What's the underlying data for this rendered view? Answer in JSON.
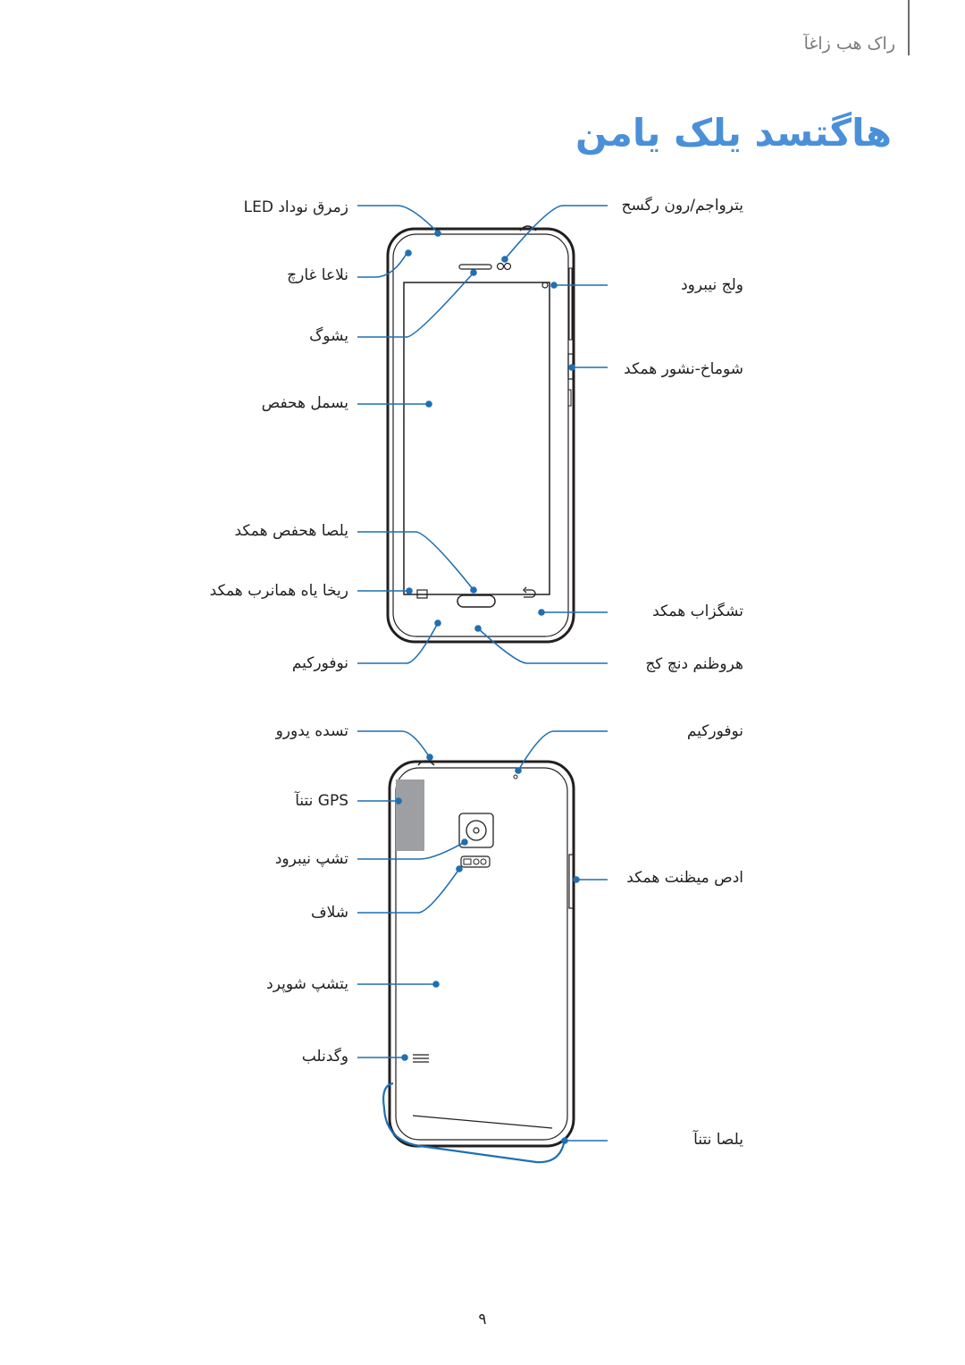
{
  "header": {
    "section": "راک هب زاغآ"
  },
  "page_title": "هاگتسد یلک یامن",
  "front_view": {
    "labels_left": [
      {
        "id": "led",
        "text": "زمرق نوداد LED"
      },
      {
        "id": "proximity",
        "text": "نلاعا غارچ"
      },
      {
        "id": "earpiece",
        "text": "یشوگ"
      },
      {
        "id": "touchscreen",
        "text": "یسمل هحفص"
      },
      {
        "id": "home",
        "text": "یلصا هحفص همکد"
      },
      {
        "id": "recent",
        "text": "ریخا یاه همانرب همکد"
      },
      {
        "id": "mic",
        "text": "نوفورکیم"
      }
    ],
    "labels_right": [
      {
        "id": "sensor",
        "text": "یترواجم/رون رگسح"
      },
      {
        "id": "front-camera",
        "text": "ولج نیبرود"
      },
      {
        "id": "power",
        "text": "شوماخ-نشور همکد"
      },
      {
        "id": "back",
        "text": "تشگزاب همکد"
      },
      {
        "id": "multipurpose-jack",
        "text": "هروظنم دنچ کج"
      }
    ]
  },
  "back_view": {
    "labels_left": [
      {
        "id": "headset-jack",
        "text": "تسده یدورو"
      },
      {
        "id": "gps-antenna",
        "text": "GPS نتنآ"
      },
      {
        "id": "rear-camera",
        "text": "تشپ نیبرود"
      },
      {
        "id": "flash",
        "text": "شلاف"
      },
      {
        "id": "back-cover",
        "text": "یتشپ شوپرد"
      },
      {
        "id": "speaker",
        "text": "وگدنلب"
      }
    ],
    "labels_right": [
      {
        "id": "mic2",
        "text": "نوفورکیم"
      },
      {
        "id": "volume",
        "text": "ادص میظنت همکد"
      },
      {
        "id": "main-antenna",
        "text": "یلصا نتنآ"
      }
    ]
  },
  "colors": {
    "accent": "#4a90d9",
    "callout": "#1f6fb2",
    "outline": "#231f20"
  },
  "page_number": "۹"
}
